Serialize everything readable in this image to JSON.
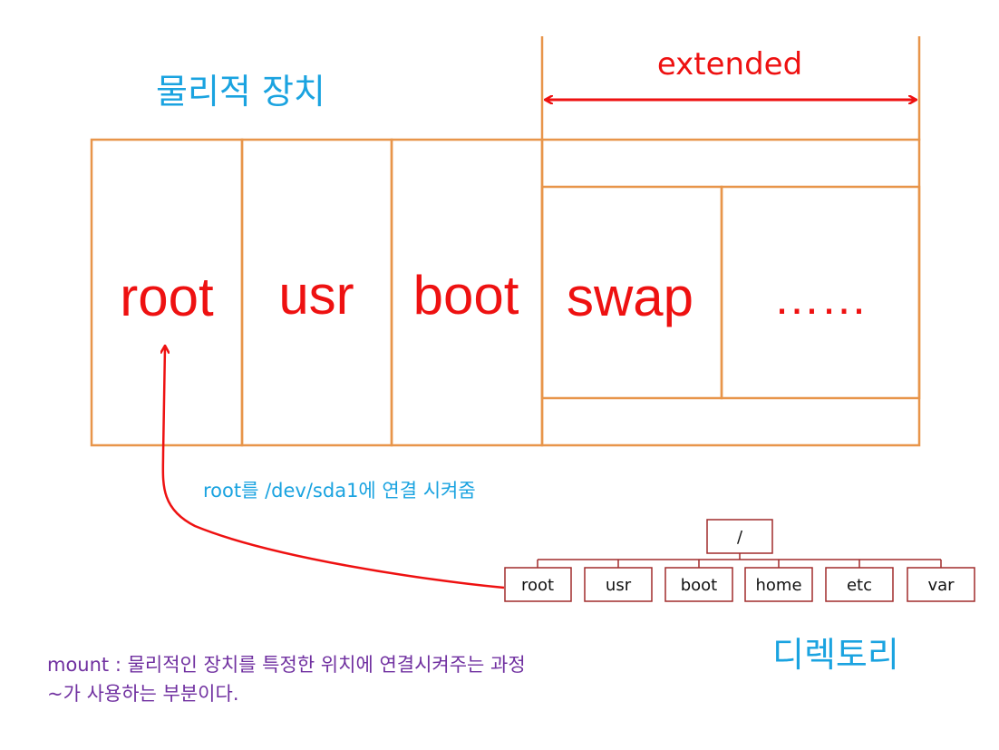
{
  "heading_physical": "물리적 장치",
  "extended_label": "extended",
  "partitions": [
    "root",
    "usr",
    "boot",
    "swap",
    "……"
  ],
  "mount_note": "root를 /dev/sda1에 연결 시켜줌",
  "tree": {
    "root_label": "/",
    "children": [
      "root",
      "usr",
      "boot",
      "home",
      "etc",
      "var"
    ]
  },
  "heading_directory": "디렉토리",
  "description": {
    "line1": "mount : 물리적인 장치를 특정한 위치에 연결시켜주는 과정",
    "line2": "~가 사용하는 부분이다."
  },
  "colors": {
    "box_stroke": "#e8954a",
    "tree_stroke": "#a02b2b",
    "accent_red": "#ee1111",
    "heading_blue": "#1aa3e0",
    "description_purple": "#7030a0"
  }
}
